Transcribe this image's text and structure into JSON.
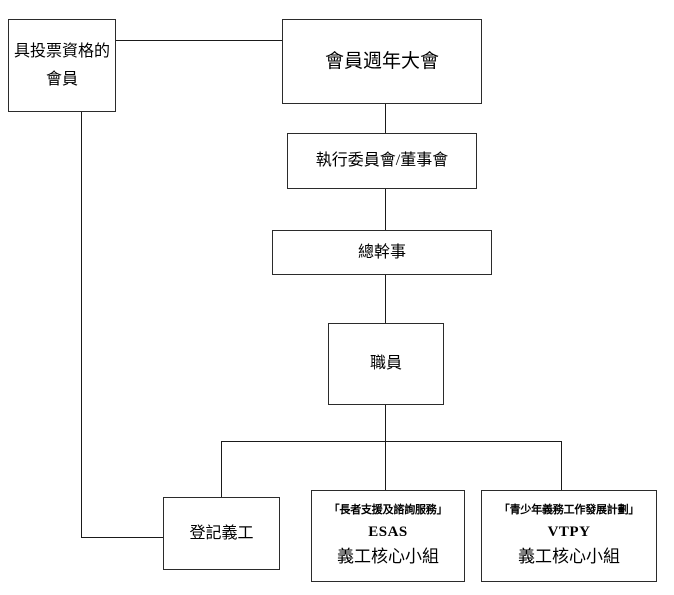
{
  "diagram": {
    "type": "organization-chart",
    "title": "",
    "orientation": "top-down",
    "line_color": "#1a1a1a",
    "box_border_color": "#2b2b2b",
    "background_color": "#ffffff",
    "text_color": "#000000",
    "nodes": {
      "voting_members": {
        "label": "具投票資格的",
        "label_line2": "會員"
      },
      "agm": {
        "label": "會員週年大會"
      },
      "exco": {
        "label": "執行委員會/董事會"
      },
      "general_manager": {
        "label": "總幹事"
      },
      "staff": {
        "label": "職員"
      },
      "registered_volunteers": {
        "label": "登記義工"
      },
      "esas": {
        "program_title": "「長者支援及諮詢服務」",
        "acronym": "ESAS",
        "subtitle": "義工核心小組"
      },
      "vtpy": {
        "program_title": "「青少年義務工作發展計劃」",
        "acronym": "VTPY",
        "subtitle": "義工核心小組"
      }
    },
    "edges": [
      {
        "from": "voting_members",
        "to": "agm",
        "style": "horizontal"
      },
      {
        "from": "agm",
        "to": "exco",
        "style": "vertical"
      },
      {
        "from": "exco",
        "to": "general_manager",
        "style": "vertical"
      },
      {
        "from": "general_manager",
        "to": "staff",
        "style": "vertical"
      },
      {
        "from": "staff",
        "to": "registered_volunteers",
        "style": "bus"
      },
      {
        "from": "staff",
        "to": "esas",
        "style": "bus"
      },
      {
        "from": "staff",
        "to": "vtpy",
        "style": "bus"
      },
      {
        "from": "voting_members",
        "to": "registered_volunteers",
        "style": "elbow-left"
      }
    ]
  }
}
